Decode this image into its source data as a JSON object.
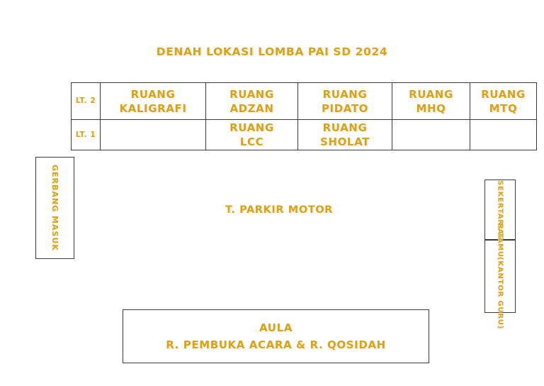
{
  "title": "DENAH LOKASI LOMBA PAI SD 2024",
  "colors": {
    "text_gold": "#d9a318",
    "border": "#3b3b3b",
    "background": "#ffffff"
  },
  "rooms_table": {
    "rows": [
      {
        "floor": "LT. 2",
        "cells": [
          {
            "line1": "RUANG",
            "line2": "KALIGRAFI"
          },
          {
            "line1": "RUANG",
            "line2": "ADZAN"
          },
          {
            "line1": "RUANG",
            "line2": "PIDATO"
          },
          {
            "line1": "RUANG",
            "line2": "MHQ"
          },
          {
            "line1": "RUANG",
            "line2": "MTQ"
          }
        ]
      },
      {
        "floor": "LT. 1",
        "cells": [
          {
            "line1": "",
            "line2": ""
          },
          {
            "line1": "RUANG",
            "line2": "LCC"
          },
          {
            "line1": "RUANG",
            "line2": "SHOLAT"
          },
          {
            "line1": "",
            "line2": ""
          },
          {
            "line1": "",
            "line2": ""
          }
        ]
      }
    ]
  },
  "gate": {
    "label": "GERBANG MASUK"
  },
  "parking": {
    "label": "T. PARKIR MOTOR"
  },
  "secretariat": {
    "label": "SEKERTARIAT"
  },
  "guest_room": {
    "line1": "R TAMU",
    "line2": "(KANTOR GURU)"
  },
  "hall": {
    "line1": "AULA",
    "line2": "R. PEMBUKA ACARA & R. QOSIDAH"
  }
}
